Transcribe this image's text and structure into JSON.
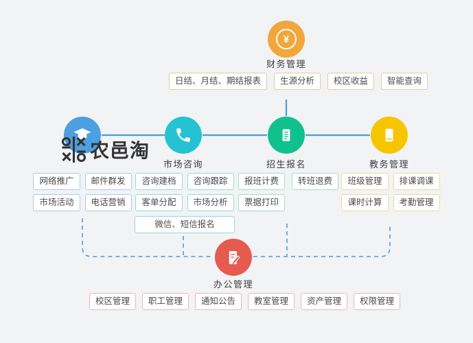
{
  "watermark": {
    "text": "农邑淘"
  },
  "icons": {
    "yen_glyph": "¥",
    "finance": "yen-circle",
    "marketing": "graduation-cap",
    "consult": "phone",
    "enroll": "document-lines",
    "academic": "book",
    "office": "document-pen"
  },
  "colors": {
    "background": "#f2f3f5",
    "finance": "#f2a63c",
    "marketing": "#4c9fe0",
    "consult": "#25c3d2",
    "enroll": "#10c18e",
    "academic": "#f7c500",
    "office": "#e65a50",
    "connector": "#4a9be0",
    "connector_dashed": "#5aa7e8"
  },
  "modules": {
    "finance": {
      "label": "财务管理",
      "features": [
        "日结、月结、期结报表",
        "生源分析",
        "校区收益",
        "智能查询"
      ]
    },
    "marketing": {
      "label": "",
      "rows": [
        [
          "网络推广",
          "邮件群发"
        ],
        [
          "市场活动",
          "电话营销"
        ]
      ]
    },
    "consult": {
      "label": "市场咨询",
      "rows": [
        [
          "咨询建档",
          "咨询跟踪"
        ],
        [
          "客单分配",
          "市场分析"
        ],
        [
          "微信、短信报名"
        ]
      ]
    },
    "enroll": {
      "label": "招生报名",
      "rows": [
        [
          "报班计费",
          "转班退费"
        ],
        [
          "票据打印"
        ]
      ]
    },
    "academic": {
      "label": "教务管理",
      "rows": [
        [
          "班级管理",
          "排课调课"
        ],
        [
          "课时计算",
          "考勤管理"
        ]
      ]
    },
    "office": {
      "label": "办公管理",
      "features": [
        "校区管理",
        "职工管理",
        "通知公告",
        "教室管理",
        "资产管理",
        "权限管理"
      ]
    }
  }
}
